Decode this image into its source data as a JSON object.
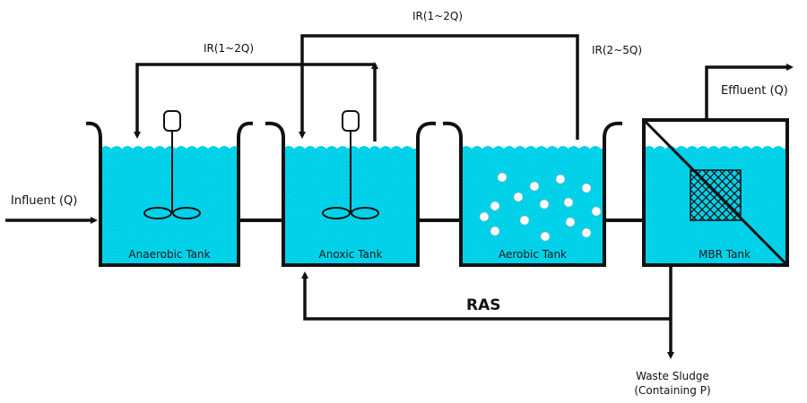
{
  "colors": {
    "water": "#00d8f0",
    "line": "#111111",
    "background": "#ffffff"
  },
  "labels": {
    "ir_anoxic_to_anaerobic": "IR(1~2Q)",
    "ir_aerobic_to_anoxic": "IR(1~2Q)",
    "ir_mbr": "IR(2~5Q)",
    "influent": "Influent (Q)",
    "effluent": "Effluent (Q)",
    "ras": "RAS",
    "waste_sludge_line1": "Waste Sludge",
    "waste_sludge_line2": "(Containing P)"
  },
  "tanks": {
    "anaerobic": "Anaerobic Tank",
    "anoxic": "Anoxic Tank",
    "aerobic": "Aerobic Tank",
    "mbr": "MBR Tank"
  }
}
